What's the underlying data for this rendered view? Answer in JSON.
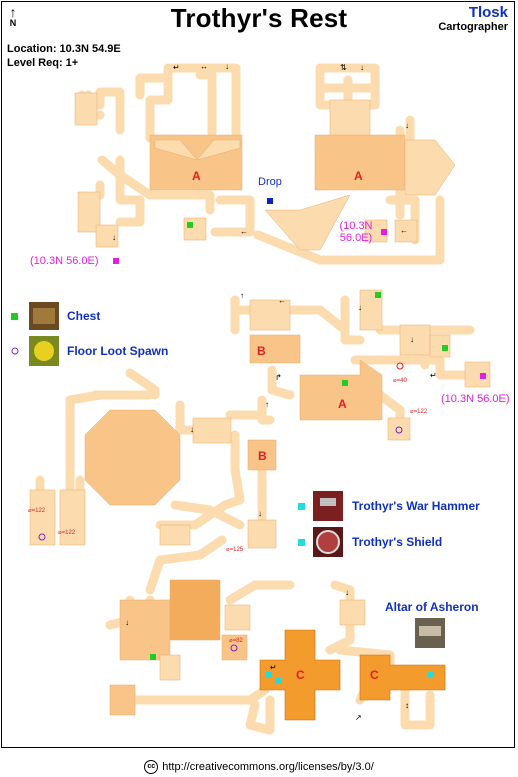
{
  "header": {
    "north_label": "N",
    "title": "Trothyr's Rest",
    "author": "Tlosk",
    "author_role": "Cartographer"
  },
  "info": {
    "location": "Location: 10.3N 54.9E",
    "level": "Level Req: 1+"
  },
  "labels": {
    "drop": "Drop",
    "exit_top_right": "(10.3N 56.0E)",
    "exit_left": "(10.3N 56.0E)",
    "exit_right": "(10.3N 56.0E)"
  },
  "legend": {
    "chest": "Chest",
    "floor_loot": "Floor Loot Spawn",
    "war_hammer": "Trothyr's War Hammer",
    "shield": "Trothyr's Shield",
    "altar": "Altar of Asheron"
  },
  "rooms": {
    "a": "A",
    "b": "B",
    "c": "C"
  },
  "level_marks": {
    "m40": "⌀=40",
    "m122a": "⌀=122",
    "m122b": "⌀=122",
    "m122c": "⌀=122",
    "m125": "⌀=125",
    "m82": "⌀=82"
  },
  "colors": {
    "corridor": "#fcdcae",
    "floor": "#f9c487",
    "floor_dark": "#f3ac5c",
    "c_room": "#f49b2e",
    "chest": "#22cc22",
    "item": "#22dddd",
    "drop": "#1020c0",
    "exit": "#e020e0",
    "loot": "#8020c0"
  },
  "footer": {
    "license": "http://creativecommons.org/licenses/by/3.0/"
  }
}
